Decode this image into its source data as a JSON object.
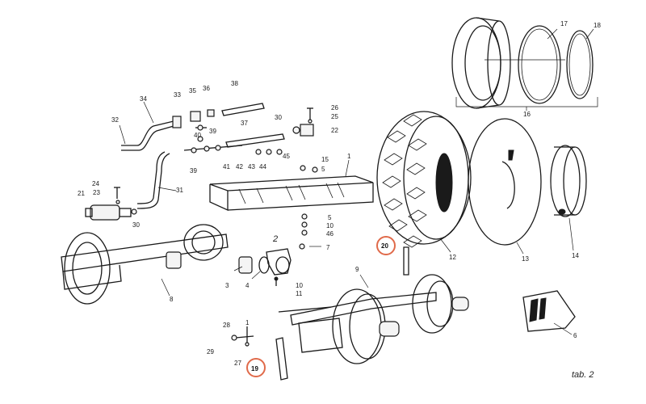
{
  "diagram": {
    "table_label": "tab. 2",
    "highlight_color": "#e06a4a",
    "callouts": [
      {
        "id": "c17",
        "text": "17"
      },
      {
        "id": "c18",
        "text": "18"
      },
      {
        "id": "c16",
        "text": "16"
      },
      {
        "id": "c34",
        "text": "34"
      },
      {
        "id": "c33",
        "text": "33"
      },
      {
        "id": "c35",
        "text": "35"
      },
      {
        "id": "c36",
        "text": "36"
      },
      {
        "id": "c38",
        "text": "38"
      },
      {
        "id": "c26",
        "text": "26"
      },
      {
        "id": "c25",
        "text": "25"
      },
      {
        "id": "c32",
        "text": "32"
      },
      {
        "id": "c40",
        "text": "40"
      },
      {
        "id": "c39a",
        "text": "39"
      },
      {
        "id": "c37",
        "text": "37"
      },
      {
        "id": "c30a",
        "text": "30"
      },
      {
        "id": "c22",
        "text": "22"
      },
      {
        "id": "c39b",
        "text": "39"
      },
      {
        "id": "c41",
        "text": "41"
      },
      {
        "id": "c42",
        "text": "42"
      },
      {
        "id": "c43",
        "text": "43"
      },
      {
        "id": "c44",
        "text": "44"
      },
      {
        "id": "c45",
        "text": "45"
      },
      {
        "id": "c15",
        "text": "15"
      },
      {
        "id": "c1",
        "text": "1"
      },
      {
        "id": "c5a",
        "text": "5"
      },
      {
        "id": "c24",
        "text": "24"
      },
      {
        "id": "c23",
        "text": "23"
      },
      {
        "id": "c21",
        "text": "21"
      },
      {
        "id": "c31",
        "text": "31"
      },
      {
        "id": "c30b",
        "text": "30"
      },
      {
        "id": "c5b",
        "text": "5"
      },
      {
        "id": "c10a",
        "text": "10"
      },
      {
        "id": "c46",
        "text": "46"
      },
      {
        "id": "c7",
        "text": "7"
      },
      {
        "id": "c2",
        "text": "2"
      },
      {
        "id": "c20",
        "text": "20"
      },
      {
        "id": "c12",
        "text": "12"
      },
      {
        "id": "c13",
        "text": "13"
      },
      {
        "id": "c14",
        "text": "14"
      },
      {
        "id": "c3",
        "text": "3"
      },
      {
        "id": "c4",
        "text": "4"
      },
      {
        "id": "c10b",
        "text": "10"
      },
      {
        "id": "c11",
        "text": "11"
      },
      {
        "id": "c8",
        "text": "8"
      },
      {
        "id": "c9",
        "text": "9"
      },
      {
        "id": "c6",
        "text": "6"
      },
      {
        "id": "c28",
        "text": "28"
      },
      {
        "id": "c1b",
        "text": "1"
      },
      {
        "id": "c29",
        "text": "29"
      },
      {
        "id": "c27",
        "text": "27"
      },
      {
        "id": "c19",
        "text": "19"
      }
    ]
  }
}
